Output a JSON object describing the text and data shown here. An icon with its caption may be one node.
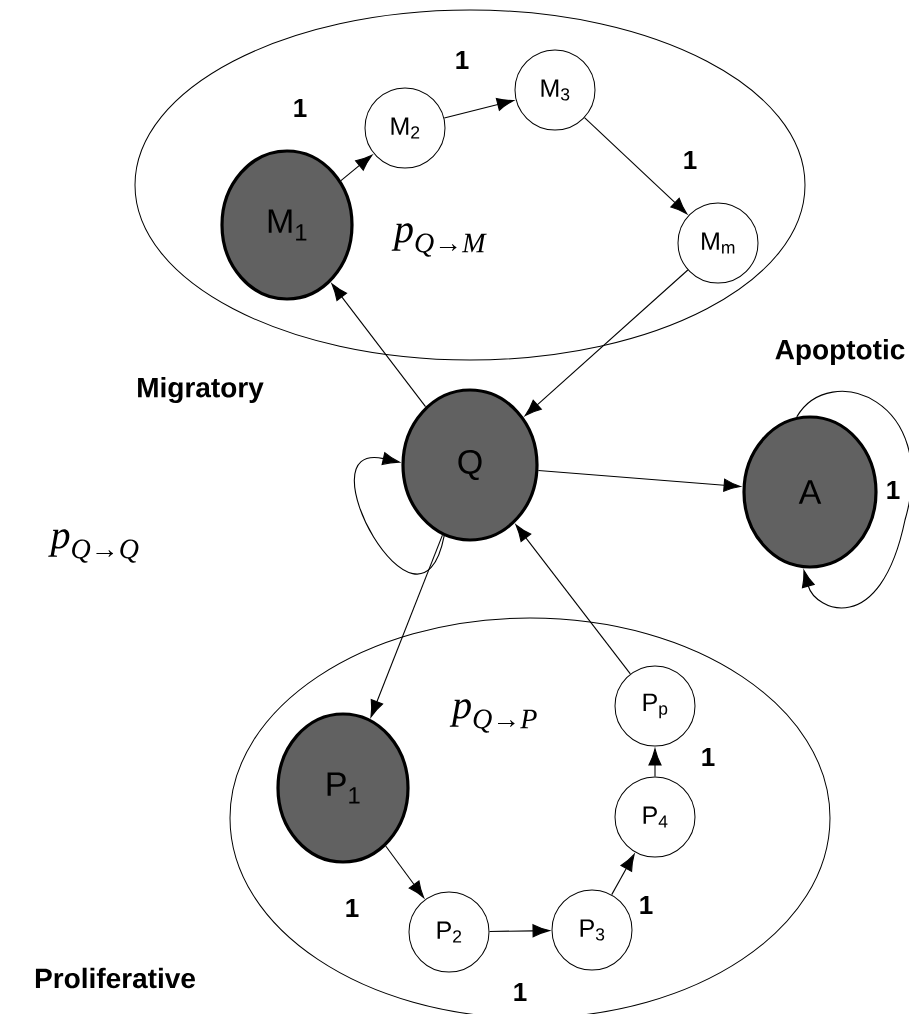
{
  "diagram": {
    "nodes": [
      {
        "text": [
          "Migratory"
        ]
      },
      {
        "text": [
          "M$_{1}$"
        ],
        "in": 0
      },
      {
        "text": [
          "M$_{2}$"
        ],
        "in": 0
      },
      {
        "text": [
          "M$_{3}$"
        ],
        "in": 0
      },
      {
        "text": [
          "M$_{m}$"
        ],
        "in": 0
      },
      {
        "text": [
          "Q"
        ]
      },
      {
        "text": [
          "A"
        ],
        "beside": [
          "Apoptotic"
        ]
      },
      {
        "text": [
          "Proliferative"
        ]
      },
      {
        "text": [
          "P$_{1}$"
        ],
        "in": 7
      },
      {
        "text": [
          "P$_{2}$"
        ],
        "in": 7
      },
      {
        "text": [
          "P$_{3}$"
        ],
        "in": 7
      },
      {
        "text": [
          "P$_{4}$"
        ],
        "in": 7
      },
      {
        "text": [
          "P$_{p}$"
        ],
        "in": 7
      }
    ],
    "edges": [
      {
        "from": 1,
        "to": 2,
        "arrow": "to",
        "label": "1"
      },
      {
        "from": 2,
        "to": 3,
        "arrow": "to",
        "label": "1"
      },
      {
        "from": 3,
        "to": 4,
        "arrow": "to",
        "label": "1"
      },
      {
        "from": 4,
        "to": 5,
        "arrow": "to"
      },
      {
        "from": 5,
        "to": 1,
        "arrow": "to"
      },
      {
        "from": 5,
        "to": 5,
        "arrow": "to"
      },
      {
        "from": 5,
        "to": 6,
        "arrow": "to"
      },
      {
        "from": 6,
        "to": 6,
        "arrow": "to",
        "label": "1"
      },
      {
        "from": 5,
        "to": 8,
        "arrow": "to"
      },
      {
        "from": 8,
        "to": 9,
        "arrow": "to",
        "label": "1"
      },
      {
        "from": 9,
        "to": 10,
        "arrow": "to",
        "label": "1"
      },
      {
        "from": 10,
        "to": 11,
        "arrow": "to",
        "label": "1"
      },
      {
        "from": 11,
        "to": 12,
        "arrow": "to",
        "label": "1"
      },
      {
        "from": 12,
        "to": 5,
        "arrow": "to"
      }
    ],
    "labels": [
      "p$_{Q→M}$",
      "p$_{Q→Q}$",
      "p$_{Q→P}$"
    ]
  }
}
